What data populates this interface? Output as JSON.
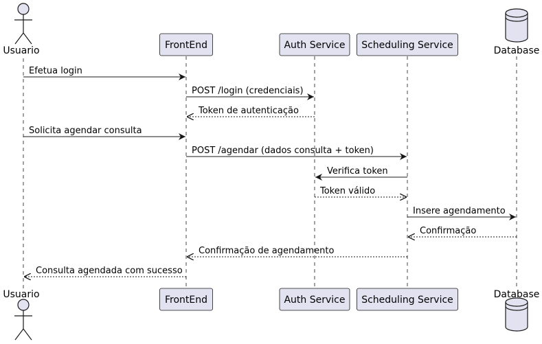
{
  "participants": [
    {
      "id": "usuario",
      "label": "Usuario",
      "kind": "actor"
    },
    {
      "id": "frontend",
      "label": "FrontEnd",
      "kind": "participant"
    },
    {
      "id": "auth",
      "label": "Auth Service",
      "kind": "participant"
    },
    {
      "id": "scheduling",
      "label": "Scheduling Service",
      "kind": "participant"
    },
    {
      "id": "database",
      "label": "Database",
      "kind": "database"
    }
  ],
  "messages": [
    {
      "from": "usuario",
      "to": "frontend",
      "label": "Efetua login",
      "style": "solid"
    },
    {
      "from": "frontend",
      "to": "auth",
      "label": "POST /login (credenciais)",
      "style": "solid"
    },
    {
      "from": "auth",
      "to": "frontend",
      "label": "Token de autenticação",
      "style": "dashed"
    },
    {
      "from": "usuario",
      "to": "frontend",
      "label": "Solicita agendar consulta",
      "style": "solid"
    },
    {
      "from": "frontend",
      "to": "scheduling",
      "label": "POST /agendar (dados consulta + token)",
      "style": "solid"
    },
    {
      "from": "scheduling",
      "to": "auth",
      "label": "Verifica token",
      "style": "solid"
    },
    {
      "from": "auth",
      "to": "scheduling",
      "label": "Token válido",
      "style": "dashed"
    },
    {
      "from": "scheduling",
      "to": "database",
      "label": "Insere agendamento",
      "style": "solid"
    },
    {
      "from": "database",
      "to": "scheduling",
      "label": "Confirmação",
      "style": "dashed"
    },
    {
      "from": "scheduling",
      "to": "frontend",
      "label": "Confirmação de agendamento",
      "style": "dashed"
    },
    {
      "from": "frontend",
      "to": "usuario",
      "label": "Consulta agendada com sucesso",
      "style": "dashed"
    }
  ],
  "colors": {
    "participant_fill": "#e2e2f0",
    "line": "#181818"
  }
}
